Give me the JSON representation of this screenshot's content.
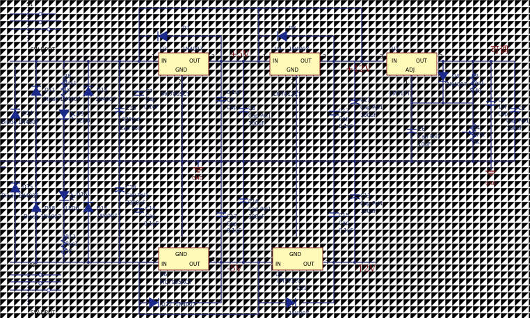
{
  "switches": {
    "s1": {
      "ref": "S1",
      "type": "SW-DPDT"
    },
    "s2": {
      "ref": "S2",
      "type": "SW-DPDT"
    }
  },
  "regulators": {
    "u3": {
      "ref": "U3",
      "part": "MC7805CT",
      "in": "IN",
      "out": "OUT",
      "gnd": "GND",
      "pin1": "1",
      "pin2": "2",
      "pin3": "3"
    },
    "u4": {
      "ref": "U4",
      "part": "LM7812CT",
      "in": "IN",
      "out": "OUT",
      "gnd": "GND",
      "pin1": "1",
      "pin2": "2",
      "pin3": "3"
    },
    "u2": {
      "ref": "U2",
      "part": "LM317T",
      "in": "IN",
      "out": "OUT",
      "adj": "ADJ",
      "pin1": "1",
      "pin2": "2",
      "pin3": "3"
    },
    "u6": {
      "ref": "U6",
      "part": "MC7905ACT",
      "in": "IN",
      "out": "OUT",
      "gnd": "GND",
      "pin1": "1",
      "pin2": "2",
      "pin3": "3"
    },
    "u5": {
      "ref": "U5",
      "part": "LM7912CT",
      "in": "IN",
      "out": "OUT",
      "gnd": "GND",
      "pin1": "1",
      "pin2": "2",
      "pin3": "3"
    }
  },
  "voltages": {
    "p5": "+5V",
    "p12": "+12V",
    "adj": "可调",
    "n5": "-5V",
    "n12": "-12V"
  },
  "gnd_labels": {
    "g1": "GND",
    "g2": "GND"
  },
  "diodes": {
    "d14": {
      "ref": "D14",
      "type": "Diode 1N4007"
    },
    "d11": {
      "ref": "D11",
      "type": "Diode 1N4007"
    },
    "d13": {
      "ref": "D13",
      "type": "1N4007"
    },
    "d15": {
      "ref": "D15",
      "type": "Diode 1N4007"
    },
    "d18": {
      "ref": "D18",
      "type": "Diode 1N4007"
    },
    "d17": {
      "ref": "D17",
      "type": "1N4007"
    },
    "d7": {
      "ref": "D7",
      "type": "1N4007"
    },
    "d8": {
      "ref": "D8",
      "type": "1N4007"
    },
    "d4": {
      "ref": "D4",
      "type": "1N4007"
    },
    "d22": {
      "ref": "D22",
      "type": "1N4007"
    },
    "d21": {
      "ref": "D21",
      "type": "1N4007"
    }
  },
  "leds": {
    "d9": {
      "ref": "D9",
      "type": "LED0"
    },
    "d16": {
      "ref": "D16",
      "type": "LED0"
    }
  },
  "resistors": {
    "r8": {
      "ref": "R8",
      "type": "Res1",
      "value": "1K"
    },
    "r12": {
      "ref": "R12",
      "type": "Res1",
      "value": "1K"
    },
    "r2": {
      "ref": "R2",
      "type": "Res1",
      "value": "240"
    },
    "r4": {
      "ref": "R4",
      "type": "RPot",
      "value": "5K"
    }
  },
  "capacitors": {
    "c10": {
      "ref": "C10",
      "value": "3300uF",
      "type": "Cap Pol1"
    },
    "c7": {
      "ref": "C7",
      "type": "Cap",
      "value": "0.1uF"
    },
    "c9": {
      "ref": "C9",
      "type": "Cap",
      "value": "0.1uF"
    },
    "c8": {
      "ref": "C8",
      "type": "Cap Pol1",
      "value": "100uF"
    },
    "c12": {
      "ref": "C12",
      "type": "Cap",
      "value": "0.1uF"
    },
    "c11": {
      "ref": "C11",
      "type": "Cap Pol1",
      "value": "100uF"
    },
    "c6": {
      "ref": "C6",
      "type": "Cap Pol1",
      "value": "10uF"
    },
    "c4": {
      "ref": "C4",
      "type": "Cap",
      "value": "1uF"
    },
    "c2": {
      "ref": "C2",
      "type": "Cap Pol1",
      "value": "100uF"
    },
    "c18": {
      "ref": "C18",
      "type": "Cap Pol1",
      "value": "3300uF"
    },
    "c14": {
      "ref": "C14",
      "type": "Cap",
      "value": "0.1uF"
    },
    "c17": {
      "ref": "C17",
      "type": "Cap",
      "value": "0.1uF"
    },
    "c16": {
      "ref": "C16",
      "type": "Cap Pol1",
      "value": "100uF"
    },
    "c15": {
      "ref": "C15",
      "type": "Cap",
      "value": "0.1uF"
    },
    "c13": {
      "ref": "C13",
      "type": "Cap Pol1",
      "value": "100uF"
    }
  }
}
